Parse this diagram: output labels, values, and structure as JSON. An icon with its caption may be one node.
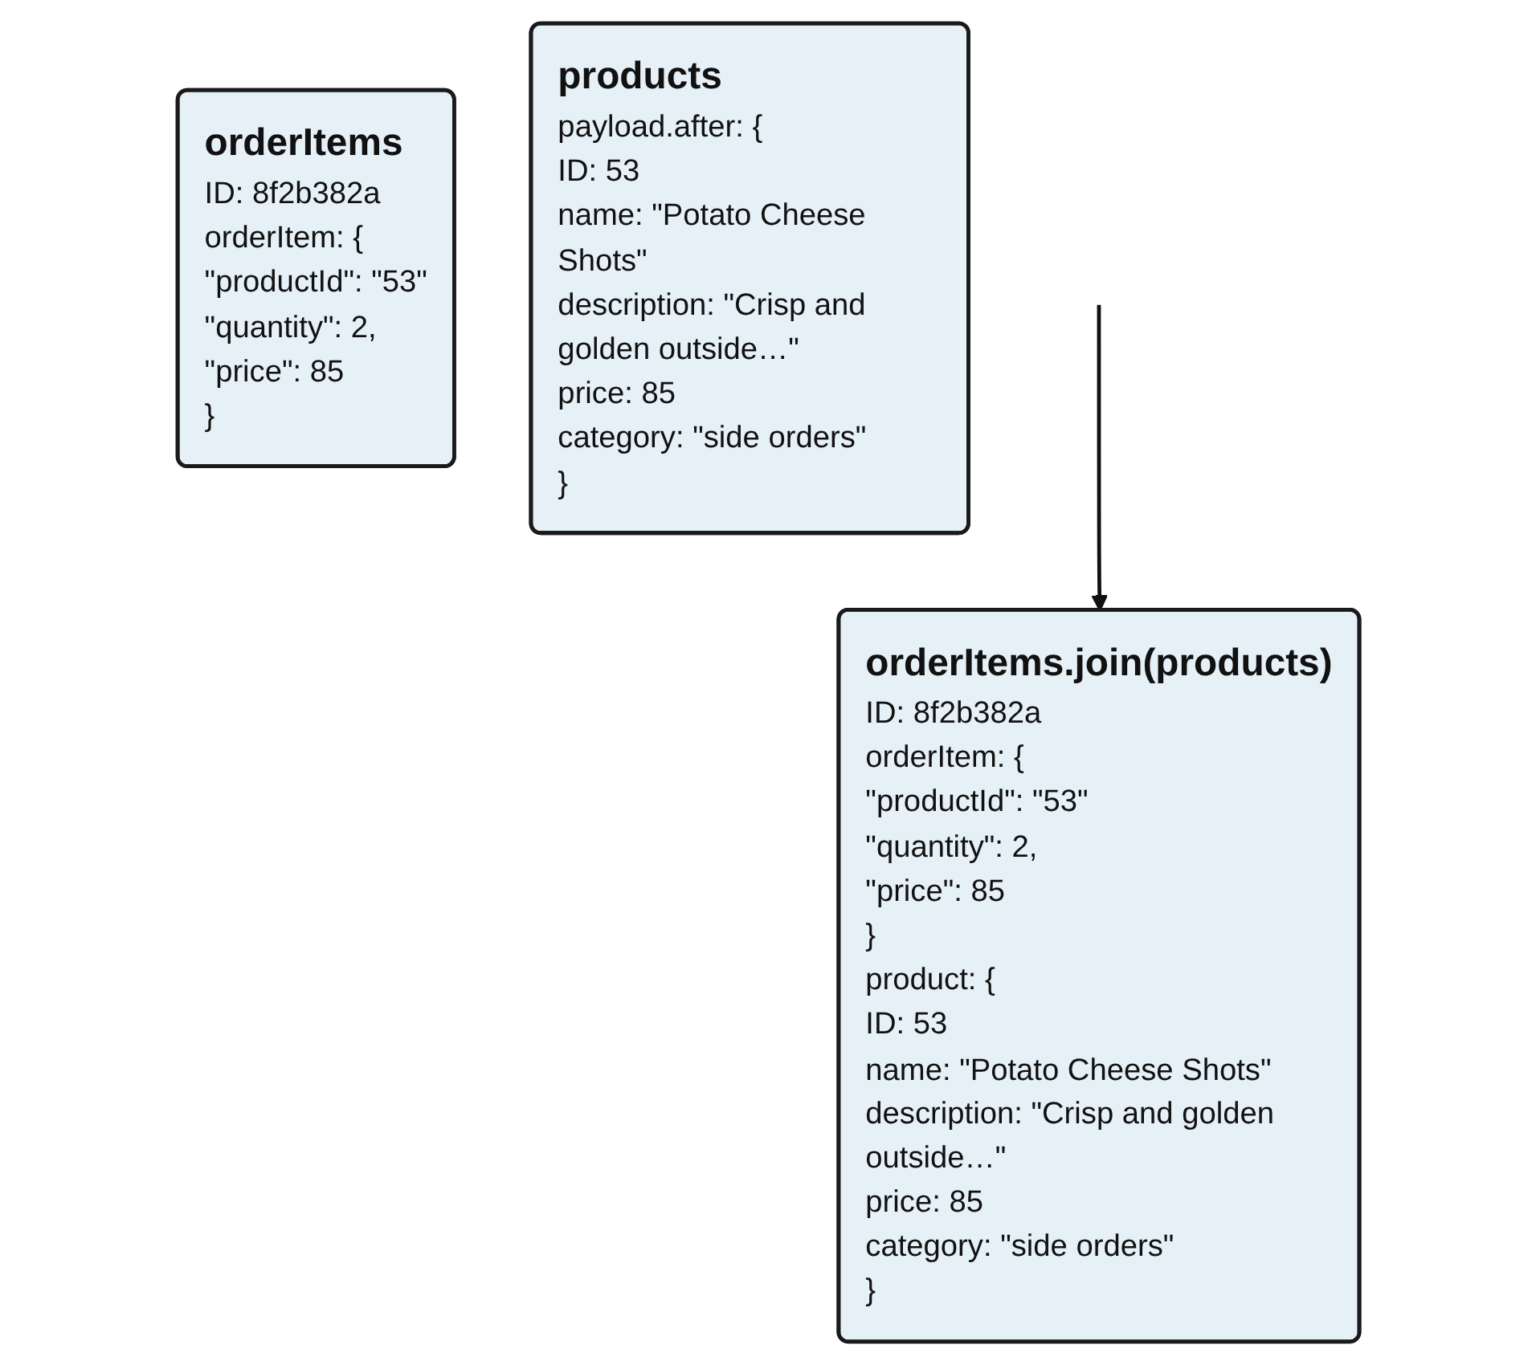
{
  "diagram": {
    "nodes": [
      {
        "text": [
          "orderItems",
          "ID: 8f2b382a",
          "orderItem: {",
          "\"productId\": \"53\"",
          "\"quantity\": 2,",
          "\"price\": 85",
          "}"
        ]
      },
      {
        "text": [
          "products",
          "payload.after: {",
          "ID: 53",
          "name: \"Potato Cheese Shots\"",
          "description: \"Crisp and golden outside…\"",
          "price: 85",
          "category: \"side orders\"",
          "}"
        ]
      },
      {
        "text": [
          "orderItems.join(products)",
          "ID: 8f2b382a",
          "orderItem: {",
          "\"productId\": \"53\"",
          "\"quantity\": 2,",
          "\"price\": 85",
          "}",
          "product: {",
          "ID: 53",
          "name: \"Potato Cheese Shots\"",
          "description: \"Crisp and golden outside…\"",
          "price: 85",
          "category: \"side orders\"",
          "}"
        ]
      }
    ],
    "edges": [
      {
        "from": null,
        "to": 2,
        "arrow": "to"
      }
    ]
  }
}
